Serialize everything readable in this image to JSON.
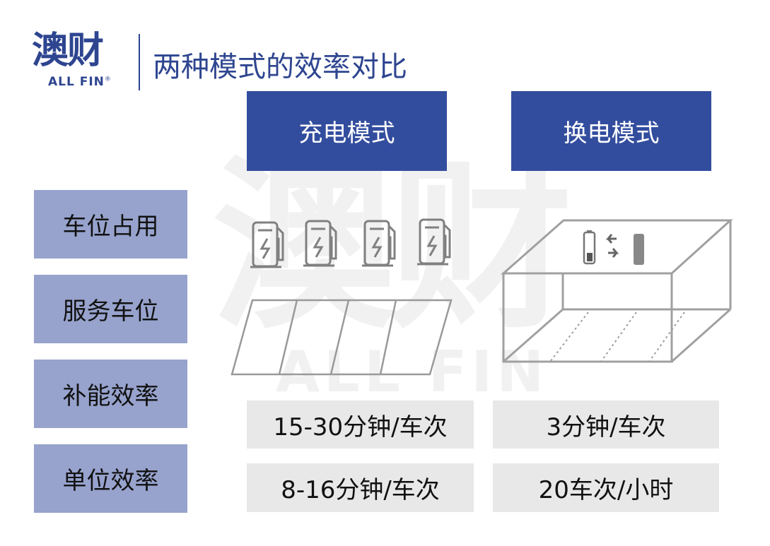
{
  "logo": {
    "cn": "澳财",
    "en": "ALL FIN",
    "registered": "®"
  },
  "title": "两种模式的效率对比",
  "watermark": {
    "cn": "澳财",
    "en": "ALL FIN"
  },
  "columns": [
    {
      "label": "充电模式",
      "illustration": "charging-stations-with-parking-slots"
    },
    {
      "label": "换电模式",
      "illustration": "battery-swap-station-box"
    }
  ],
  "rows": [
    {
      "label": "车位占用"
    },
    {
      "label": "服务车位"
    },
    {
      "label": "补能效率",
      "values": [
        "15-30分钟/车次",
        "3分钟/车次"
      ]
    },
    {
      "label": "单位效率",
      "values": [
        "8-16分钟/车次",
        "20车次/小时"
      ]
    }
  ],
  "colors": {
    "brand": "#2e4590",
    "header": "#334d9e",
    "row_label": "#97a3cd",
    "cell": "#e8e8e8"
  }
}
